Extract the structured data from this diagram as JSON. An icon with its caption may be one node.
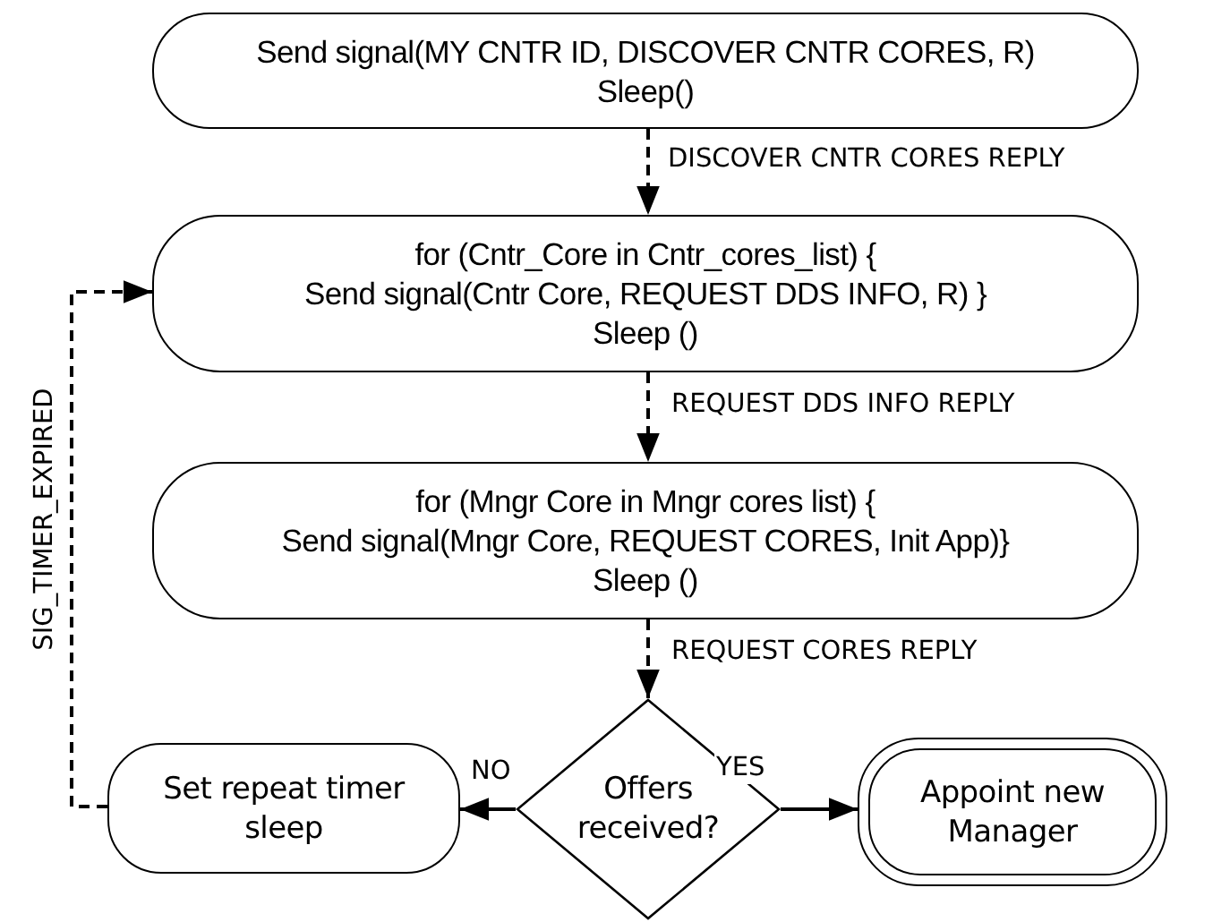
{
  "diagram": {
    "nodes": [
      {
        "text": [
          "Send signal(MY CNTR ID, DISCOVER CNTR CORES, R)",
          "Sleep()"
        ]
      },
      {
        "text": [
          "for (Cntr_Core in Cntr_cores_list) {",
          "Send signal(Cntr Core, REQUEST DDS INFO, R) }",
          "Sleep ()"
        ]
      },
      {
        "text": [
          "for (Mngr Core in Mngr cores list) {",
          "Send signal(Mngr Core, REQUEST CORES, Init App)}",
          "Sleep ()"
        ]
      },
      {
        "text": [
          "Offers received?"
        ]
      },
      {
        "text": [
          "Set repeat timer sleep"
        ]
      },
      {
        "text": [
          "Appoint new Manager"
        ]
      }
    ],
    "edges": [
      {
        "from": 0,
        "to": 1,
        "arrow": "to",
        "label": "DISCOVER CNTR CORES REPLY",
        "style": "dashed"
      },
      {
        "from": 1,
        "to": 2,
        "arrow": "to",
        "label": "REQUEST DDS INFO REPLY",
        "style": "dashed"
      },
      {
        "from": 2,
        "to": 3,
        "arrow": "to",
        "label": "REQUEST CORES REPLY",
        "style": "dashed"
      },
      {
        "from": 3,
        "to": 4,
        "arrow": "to",
        "label": "NO"
      },
      {
        "from": 3,
        "to": 5,
        "arrow": "to",
        "label": "YES"
      },
      {
        "from": 4,
        "to": 1,
        "arrow": "to",
        "label": "SIG_TIMER_EXPIRED",
        "style": "dashed"
      }
    ]
  }
}
